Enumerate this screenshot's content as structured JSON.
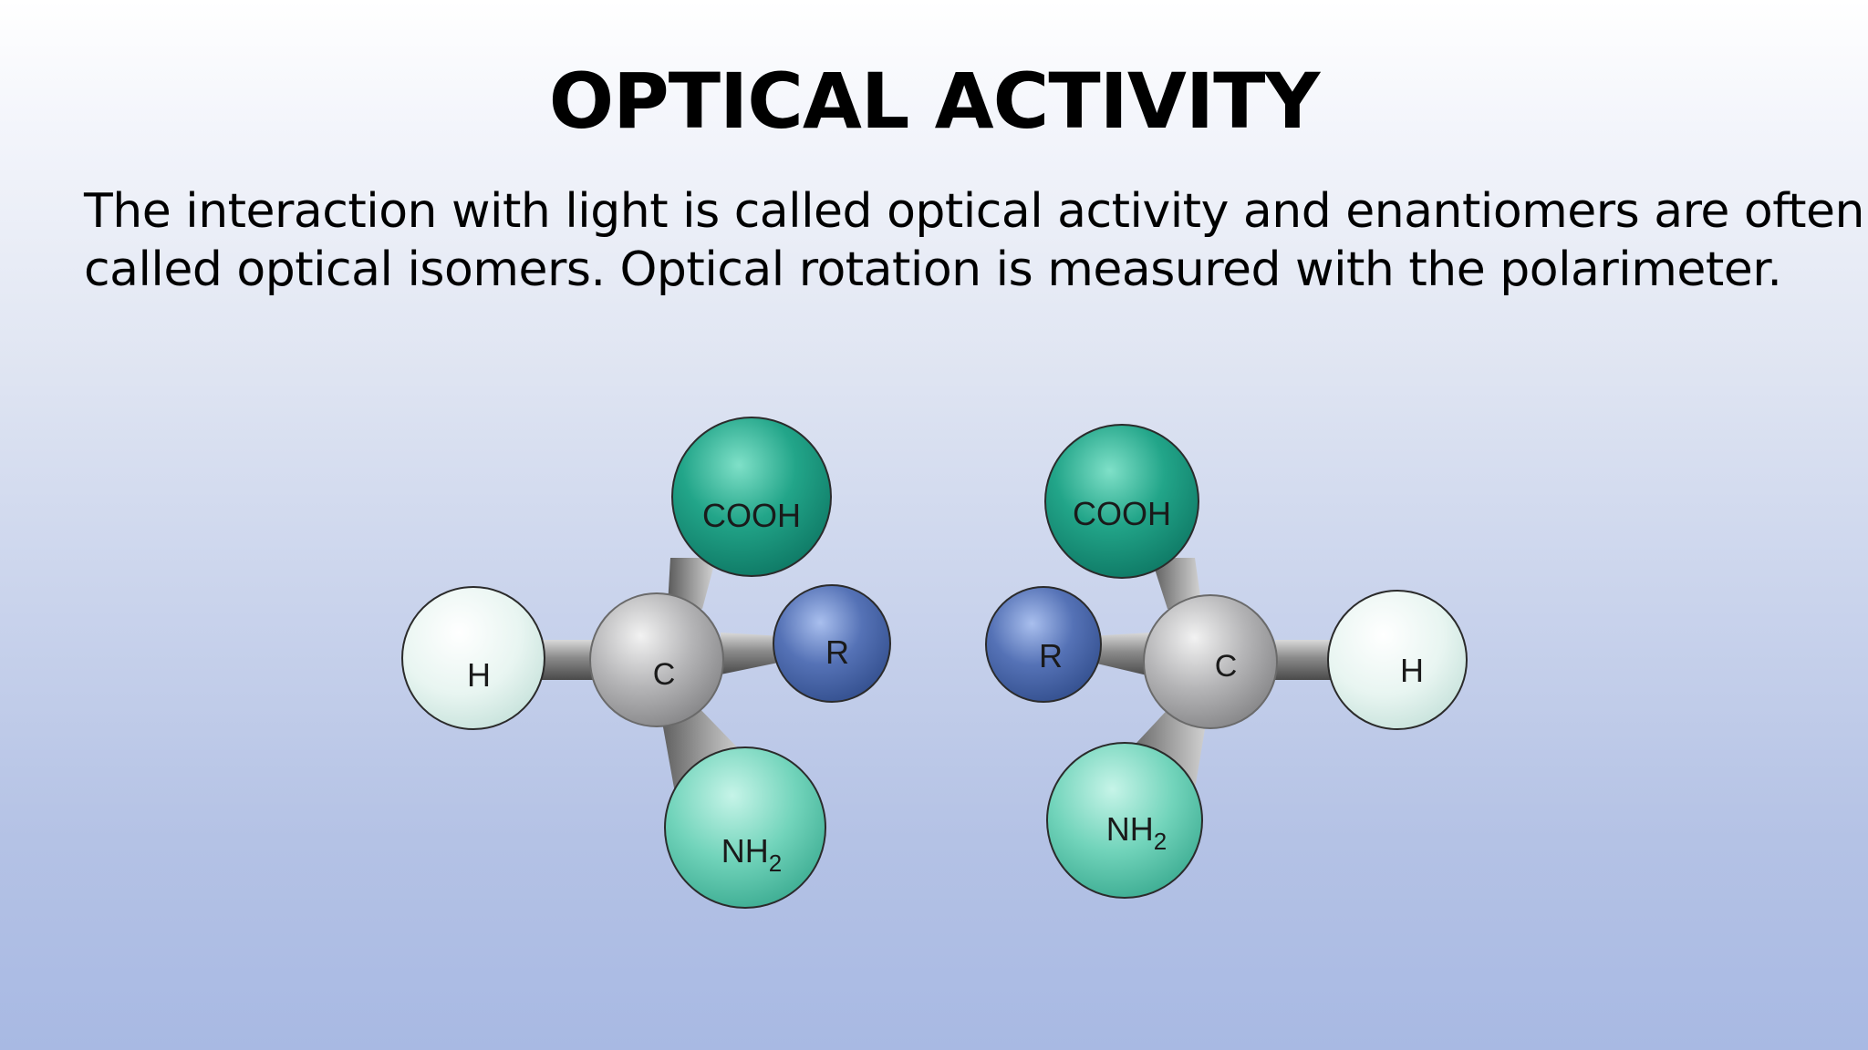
{
  "slide": {
    "title": "OPTICAL ACTIVITY",
    "body_lines": [
      "The interaction with light is called optical activity and enantiomers are often",
      "called optical isomers. Optical rotation is measured with the polarimeter."
    ]
  },
  "molecules": [
    {
      "center": "C",
      "groups": {
        "top": "COOH",
        "side_large": "H",
        "side_small": "R",
        "bottom_main": "NH",
        "bottom_sub": "2"
      }
    },
    {
      "center": "C",
      "groups": {
        "top": "COOH",
        "side_large": "H",
        "side_small": "R",
        "bottom_main": "NH",
        "bottom_sub": "2"
      }
    }
  ],
  "colors": {
    "carbon": "#b0b0b2",
    "cooh": "#1f9a82",
    "r_group": "#4a68ae",
    "hydrogen": "#e6f3ef",
    "nh2": "#6fd2b8"
  }
}
